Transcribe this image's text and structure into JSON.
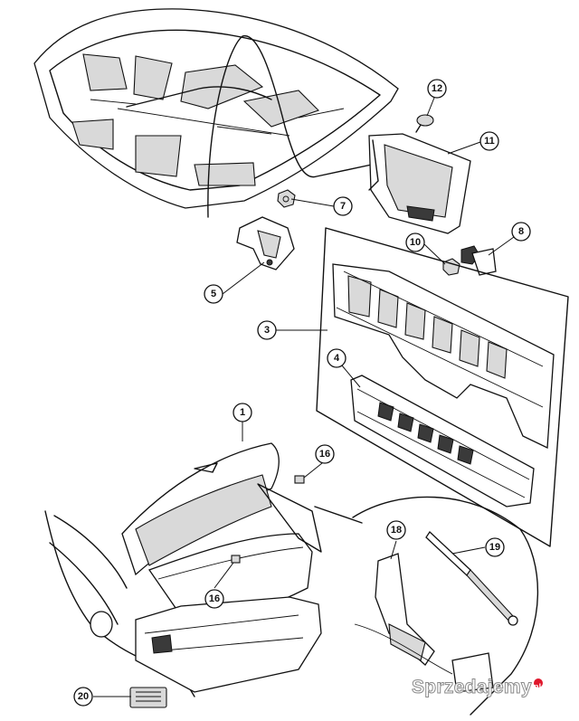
{
  "callouts": [
    {
      "label": "1"
    },
    {
      "label": "3"
    },
    {
      "label": "4"
    },
    {
      "label": "5"
    },
    {
      "label": "7"
    },
    {
      "label": "8"
    },
    {
      "label": "10"
    },
    {
      "label": "11"
    },
    {
      "label": "12"
    },
    {
      "label": "16"
    },
    {
      "label": "16"
    },
    {
      "label": "18"
    },
    {
      "label": "19"
    },
    {
      "label": "20"
    }
  ],
  "watermark": {
    "text": "Sprzedajemy",
    "suffix": "pl",
    "dot_color": "#e0182d"
  },
  "colors": {
    "line": "#111111",
    "panel_shade": "#d9d9d9",
    "background": "#ffffff"
  }
}
